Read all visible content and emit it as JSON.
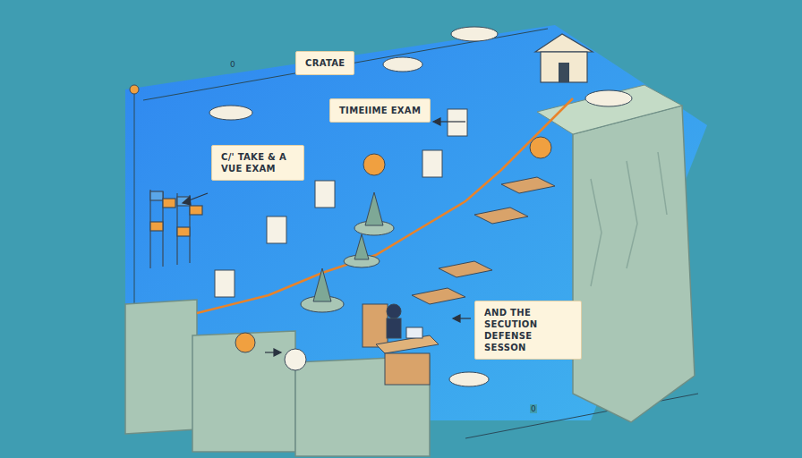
{
  "diagram": {
    "nodes": [
      {
        "text": [
          "CRATAE"
        ]
      },
      {
        "text": [
          "TIMEIIME EXAM"
        ]
      },
      {
        "text": [
          "C/' TAKE & A VUE EXAM"
        ]
      },
      {
        "text": [
          "AND THE SECUTION DEFENSE SESSON"
        ]
      }
    ],
    "labels": [
      "0",
      "0"
    ]
  }
}
